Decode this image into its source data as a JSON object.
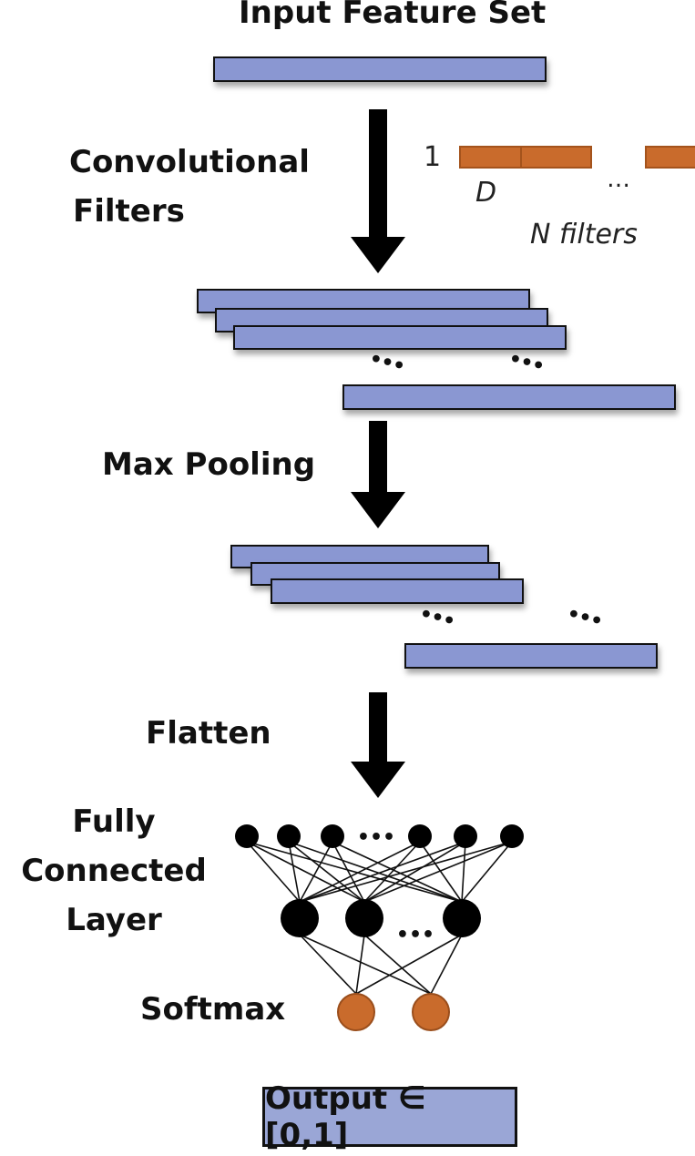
{
  "labels": {
    "input_feature_set": "Input Feature Set",
    "convolutional_filters_line1": "Convolutional",
    "convolutional_filters_line2": "Filters",
    "max_pooling": "Max Pooling",
    "flatten": "Flatten",
    "fully_connected_line1": "Fully",
    "fully_connected_line2": "Connected",
    "fully_connected_line3": "Layer",
    "softmax": "Softmax",
    "output": "Output ∈ [0,1]"
  },
  "filter_legend": {
    "height_label": "1",
    "width_label": "D",
    "ellipsis": "…",
    "count_label": "N filters"
  },
  "ellipsis": "•••",
  "network": {
    "input_nodes_visible": 6,
    "hidden_nodes_visible": 3,
    "output_nodes": 2,
    "ellipsis": "•••"
  },
  "colors": {
    "feature_map": "#8a97d2",
    "filter": "#c96b2c",
    "output_node": "#c96b2c",
    "output_box": "#9aa6d6"
  }
}
